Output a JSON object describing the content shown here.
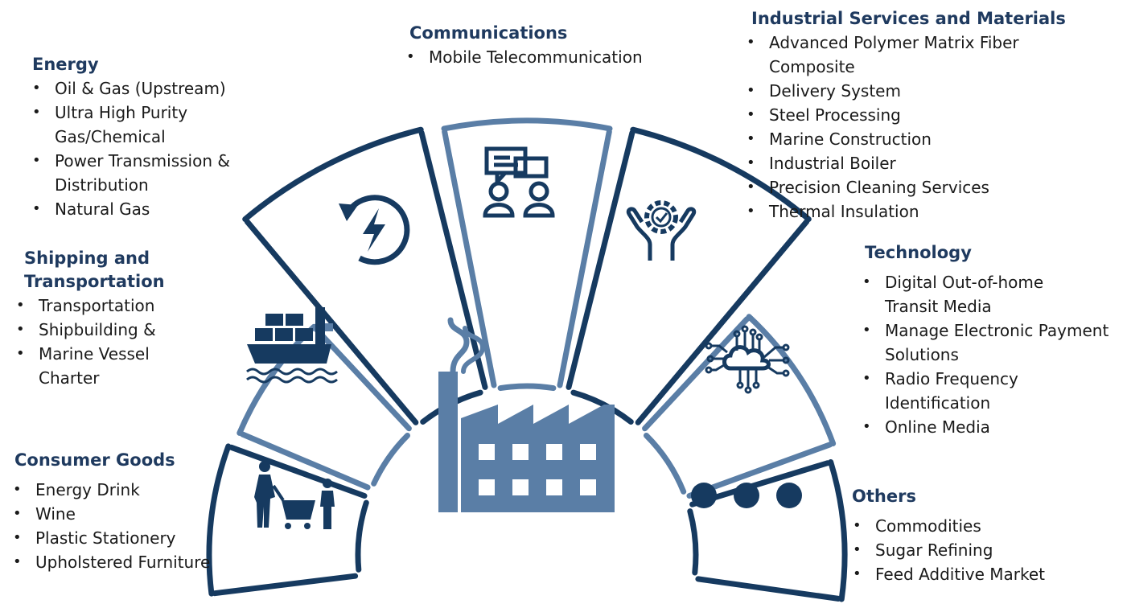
{
  "colors": {
    "dark": "#163a60",
    "medium": "#5a7ea6",
    "heading": "#1f3a5f"
  },
  "sectors": [
    {
      "id": "energy",
      "icon": "lightning-refresh-icon",
      "title": "Energy",
      "items": [
        "Oil & Gas (Upstream)",
        "Ultra High Purity Gas/Chemical",
        "Power Transmission & Distribution",
        "Natural Gas"
      ]
    },
    {
      "id": "shipping",
      "icon": "cargo-ship-icon",
      "title": "Shipping and Transportation",
      "items": [
        "Transportation",
        "Shipbuilding &",
        "Marine Vessel Charter"
      ]
    },
    {
      "id": "consumer",
      "icon": "shopping-cart-family-icon",
      "title": "Consumer Goods",
      "items": [
        "Energy Drink",
        "Wine",
        "Plastic Stationery",
        "Upholstered Furniture"
      ]
    },
    {
      "id": "communications",
      "icon": "chat-people-icon",
      "title": "Communications",
      "items": [
        "Mobile Telecommunication"
      ]
    },
    {
      "id": "industrial",
      "icon": "hands-gear-icon",
      "title": "Industrial Services and Materials",
      "items": [
        "Advanced Polymer Matrix Fiber Composite",
        "Delivery System",
        "Steel Processing",
        "Marine Construction",
        "Industrial Boiler",
        "Precision Cleaning Services",
        "Thermal Insulation"
      ]
    },
    {
      "id": "technology",
      "icon": "cloud-circuit-icon",
      "title": "Technology",
      "items": [
        "Digital Out-of-home Transit Media",
        "Manage Electronic Payment Solutions",
        "Radio Frequency Identification",
        "Online Media"
      ]
    },
    {
      "id": "others",
      "icon": "ellipsis-dots-icon",
      "title": "Others",
      "items": [
        "Commodities",
        "Sugar Refining",
        "Feed Additive Market"
      ]
    }
  ],
  "center_icon": "factory-icon"
}
